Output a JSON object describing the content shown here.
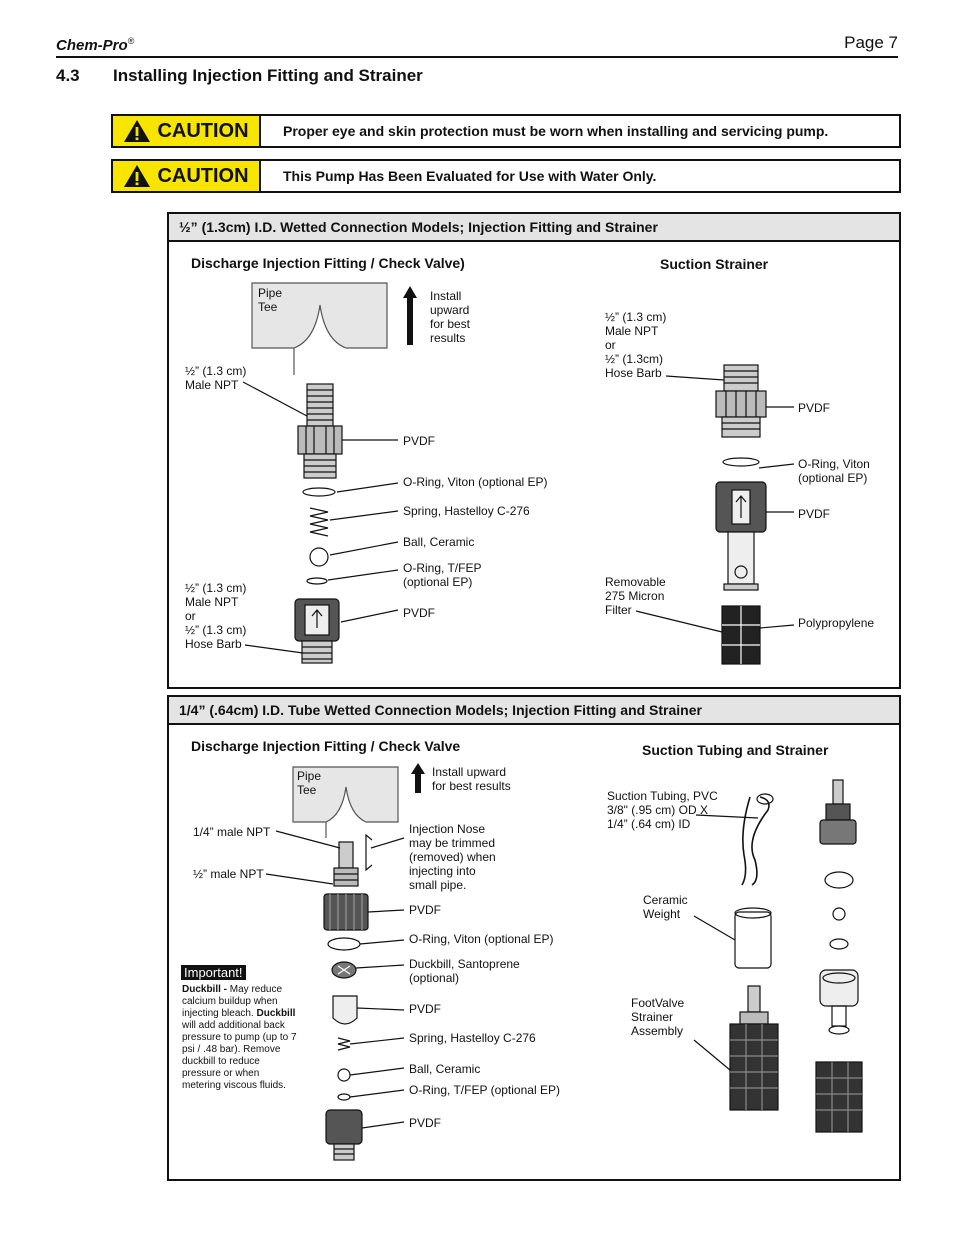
{
  "header": {
    "brand": "Chem-Pro",
    "reg": "®",
    "page_label": "Page 7"
  },
  "section": {
    "number": "4.3",
    "title": "Installing Injection Fitting and Strainer"
  },
  "cautions": [
    {
      "word": "CAUTION",
      "message": "Proper eye and skin protection must be worn when installing and servicing pump."
    },
    {
      "word": "CAUTION",
      "message": "This Pump Has Been Evaluated for Use with Water Only."
    }
  ],
  "panel1": {
    "title": "½” (1.3cm) I.D. Wetted Connection Models; Injection Fitting and Strainer",
    "left_heading": "Discharge Injection Fitting / Check Valve)",
    "right_heading": "Suction Strainer",
    "labels": {
      "pipe_tee": "Pipe\nTee",
      "install": "Install\nupward\nfor best\nresults",
      "male_npt": "½” (1.3 cm)\nMale NPT",
      "pvdf_1": "PVDF",
      "oring_viton": "O-Ring, Viton (optional EP)",
      "spring": "Spring, Hastelloy C-276",
      "ball": "Ball, Ceramic",
      "oring_tfep": "O-Ring, T/FEP\n(optional EP)",
      "pvdf_2": "PVDF",
      "male_or_barb": "½” (1.3 cm)\nMale NPT\nor\n½” (1.3 cm)\nHose Barb",
      "s_male_or_barb": "½” (1.3 cm)\nMale NPT\nor\n½” (1.3cm)\nHose Barb",
      "s_pvdf_1": "PVDF",
      "s_oring": "O-Ring, Viton\n(optional EP)",
      "s_pvdf_2": "PVDF",
      "s_filter": "Removable\n275 Micron\nFilter",
      "s_poly": "Polypropylene"
    }
  },
  "panel2": {
    "title": "1/4” (.64cm) I.D. Tube Wetted Connection Models; Injection Fitting and Strainer",
    "left_heading": "Discharge Injection Fitting / Check Valve",
    "right_heading": "Suction Tubing and Strainer",
    "labels": {
      "pipe_tee": "Pipe\nTee",
      "install": "Install upward\nfor best results",
      "quarter_npt": "1/4” male NPT",
      "half_npt": "½” male NPT",
      "nose": "Injection Nose\nmay be trimmed\n(removed) when\ninjecting into\nsmall pipe.",
      "pvdf_1": "PVDF",
      "oring_viton": "O-Ring, Viton (optional EP)",
      "duckbill": "Duckbill, Santoprene\n(optional)",
      "pvdf_2": "PVDF",
      "spring": "Spring, Hastelloy C-276",
      "ball": "Ball, Ceramic",
      "oring_tfep": "O-Ring, T/FEP (optional EP)",
      "pvdf_3": "PVDF",
      "tubing": "Suction Tubing, PVC\n3/8\" (.95 cm) OD X\n1/4” (.64 cm) ID",
      "weight": "Ceramic\nWeight",
      "footvalve": "FootValve\nStrainer\nAssembly"
    },
    "important": {
      "tag": "Important!",
      "b1": "Duckbill -",
      "t1": " May reduce calcium buildup when injecting bleach. ",
      "b2": "Duckbill",
      "t2": " will add additional back pressure to pump (up to 7 psi / .48 bar). Remove duckbill to reduce pressure or when metering viscous fluids."
    }
  },
  "colors": {
    "caution_yellow": "#f7e500",
    "panel_header": "#e4e4e4"
  }
}
